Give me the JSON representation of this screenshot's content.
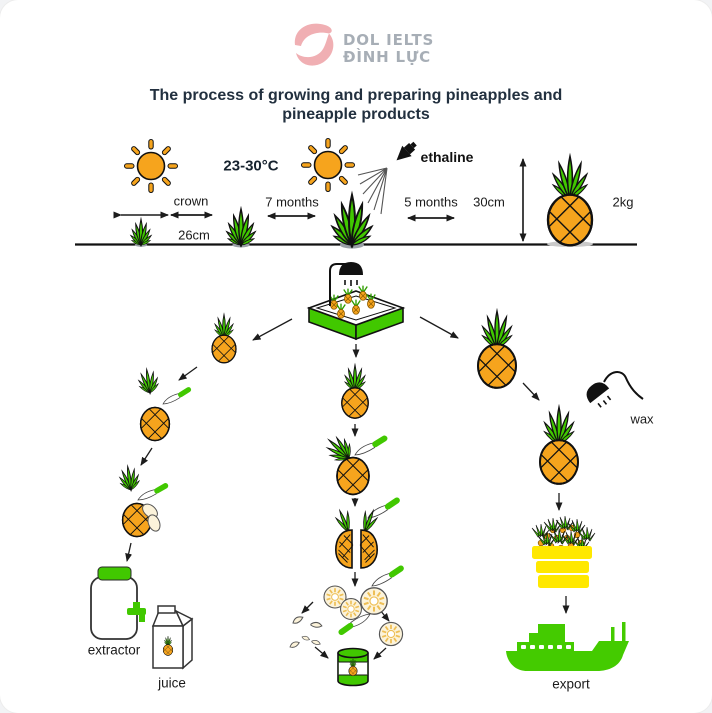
{
  "colors": {
    "green": "#41C800",
    "ship_green": "#44CB00",
    "orange": "#F6A41D",
    "yellow": "#FFE800",
    "cream": "#FCF3DA",
    "title": "#22303F",
    "brand_gray": "#A7AEB6",
    "logo_pink": "#F0AFB3",
    "ink": "#111111"
  },
  "header": {
    "brand_line1": "DOL IELTS",
    "brand_line2": "ĐÌNH LỰC"
  },
  "title": {
    "line1": "The process of growing and preparing pineapples and",
    "line2": "pineapple products"
  },
  "growing": {
    "temperature": "23-30°C",
    "spray_label": "ethaline",
    "crown_label": "crown",
    "crown_size": "26cm",
    "stage2_duration": "7 months",
    "stage3_duration": "5 months",
    "fruit_height": "30cm",
    "fruit_weight": "2kg"
  },
  "processing": {
    "extractor_label": "extractor",
    "juice_label": "juice",
    "wax_label": "wax",
    "export_label": "export"
  }
}
